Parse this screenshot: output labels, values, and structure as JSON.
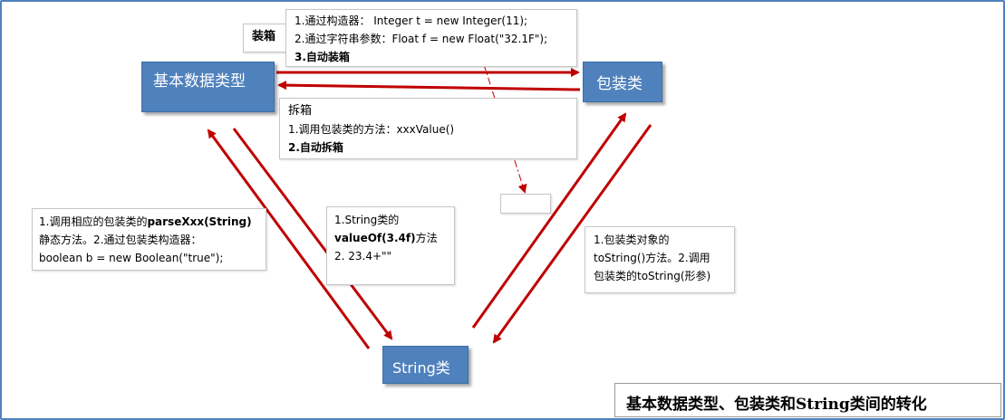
{
  "nodes": {
    "basic_type": "基本数据类型",
    "wrapper_class": "包装类",
    "string_class": "String类"
  },
  "boxing": {
    "label": "装箱",
    "lines": [
      "1.通过构造器：  Integer t = new Integer(11);",
      "2.通过字符串参数：Float f = new Float(\"32.1F\");",
      "3.自动装箱"
    ]
  },
  "unboxing": {
    "label": "拆箱",
    "lines": [
      "1.调用包装类的方法：xxxValue()",
      "2.自动拆箱"
    ]
  },
  "string_to_basic": {
    "line1_prefix": "1.调用相应的包装类的",
    "line1_bold": "parseXxx(String)",
    "line2": "静态方法。2.通过包装类构造器：",
    "line3": "boolean b = new Boolean(\"true\");"
  },
  "basic_to_string": {
    "line1": "1.String类的",
    "line2_bold": "valueOf(3.4f)",
    "line2_suffix": "方法",
    "line3": "2. 23.4+\"\""
  },
  "wrapper_to_string": {
    "lines": [
      "1.包装类对象的",
      "toString()方法。2.调用",
      "包装类的toString(形参)"
    ]
  },
  "caption": "基本数据类型、包装类和String类间的转化",
  "colors": {
    "arrow": "#c00000",
    "node_fill": "#4f81bd",
    "frame": "#4f81bd"
  }
}
